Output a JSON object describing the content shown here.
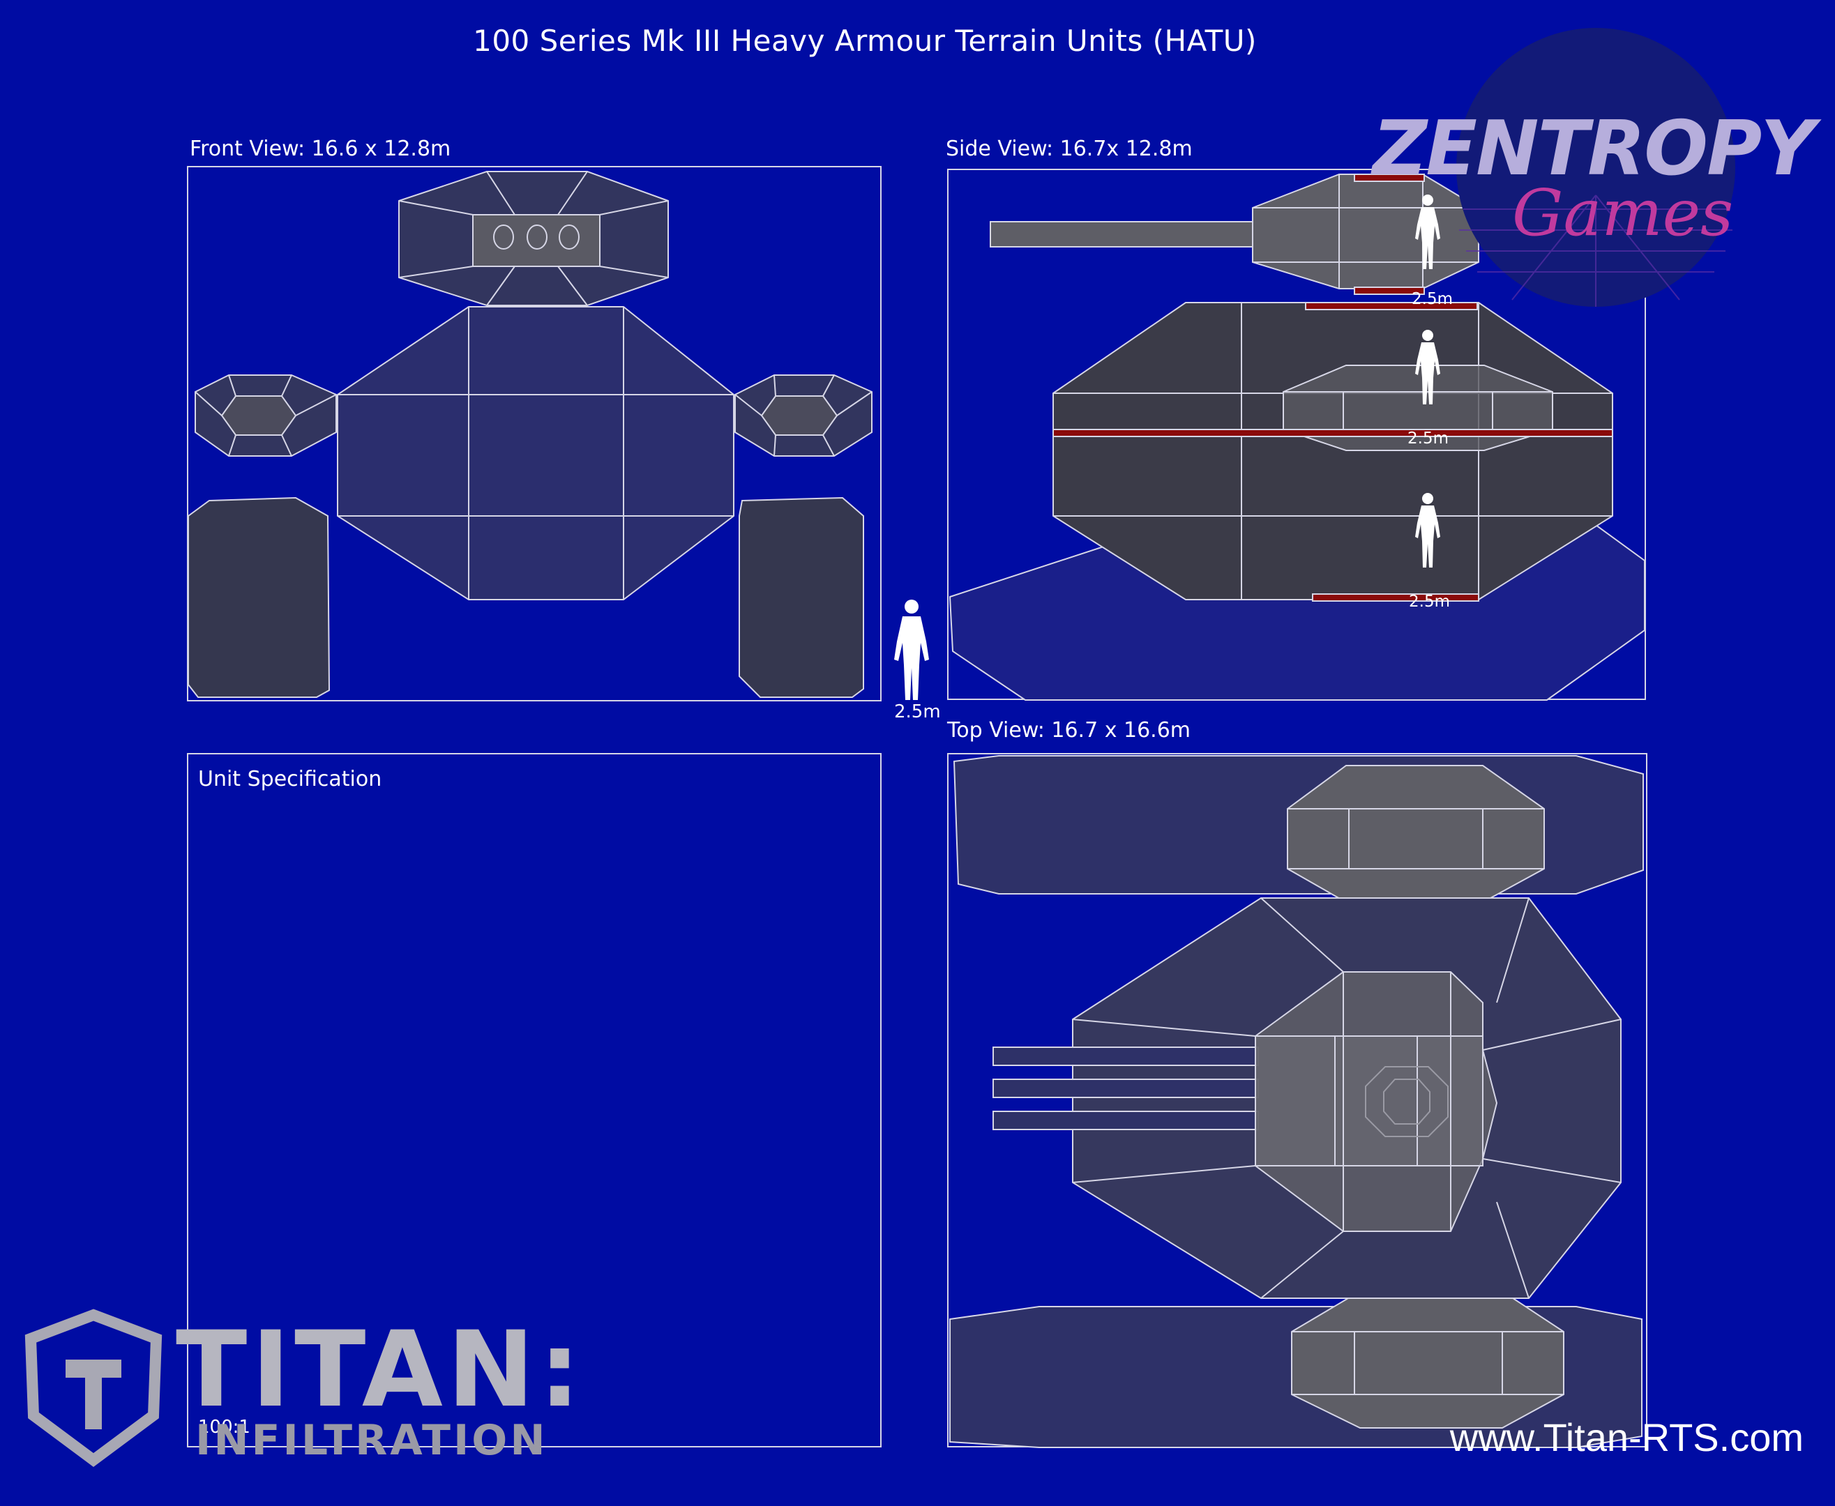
{
  "title": "100 Series Mk III Heavy Armour Terrain Units (HATU)",
  "views": {
    "front": {
      "label": "Front View: 16.6 x 12.8m"
    },
    "side": {
      "label": "Side View: 16.7x 12.8m"
    },
    "top": {
      "label": "Top View: 16.7 x 16.6m"
    }
  },
  "spec": {
    "label": "Unit Specification"
  },
  "human_scale": {
    "height_label": "2.5m"
  },
  "scale_ratio": "100:1",
  "logos": {
    "game_line1": "TITAN:",
    "game_line2": "INFILTRATION",
    "studio_line1": "ZENTROPY",
    "studio_line2": "Games"
  },
  "website": "www.Titan-RTS.com",
  "colors": {
    "background": "#000ca3",
    "panel_stroke": "#d6d6e6",
    "hull_blue": "#2b2e6e",
    "hull_grey": "#5e5e66",
    "marker_red": "#8a0a0a"
  }
}
